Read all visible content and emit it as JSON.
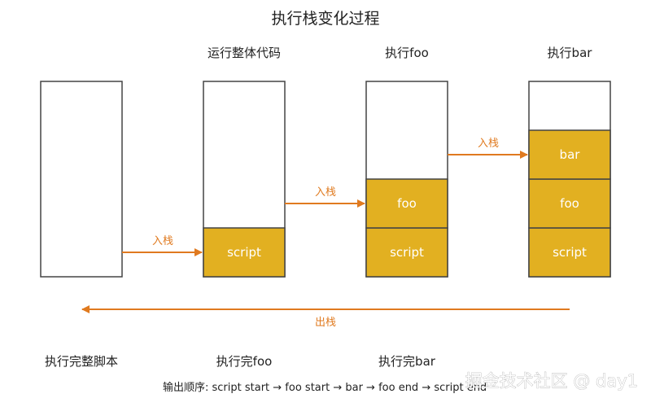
{
  "title": "执行栈变化过程",
  "stage_labels": [
    "运行整体代码",
    "执行foo",
    "执行bar"
  ],
  "stacks": [
    {
      "frames": []
    },
    {
      "frames": [
        "script"
      ]
    },
    {
      "frames": [
        "script",
        "foo"
      ]
    },
    {
      "frames": [
        "script",
        "foo",
        "bar"
      ]
    }
  ],
  "push_label": "入栈",
  "pop_label": "出栈",
  "bottom_labels": [
    "执行完整脚本",
    "执行完foo",
    "执行完bar"
  ],
  "output_order": "输出顺序: script start → foo start → bar → foo end → script end",
  "watermark": "掘金技术社区 @ day1",
  "colors": {
    "frame_fill": "#e2b021",
    "frame_border": "#444444",
    "arrow": "#e07a1f",
    "text": "#222222"
  }
}
